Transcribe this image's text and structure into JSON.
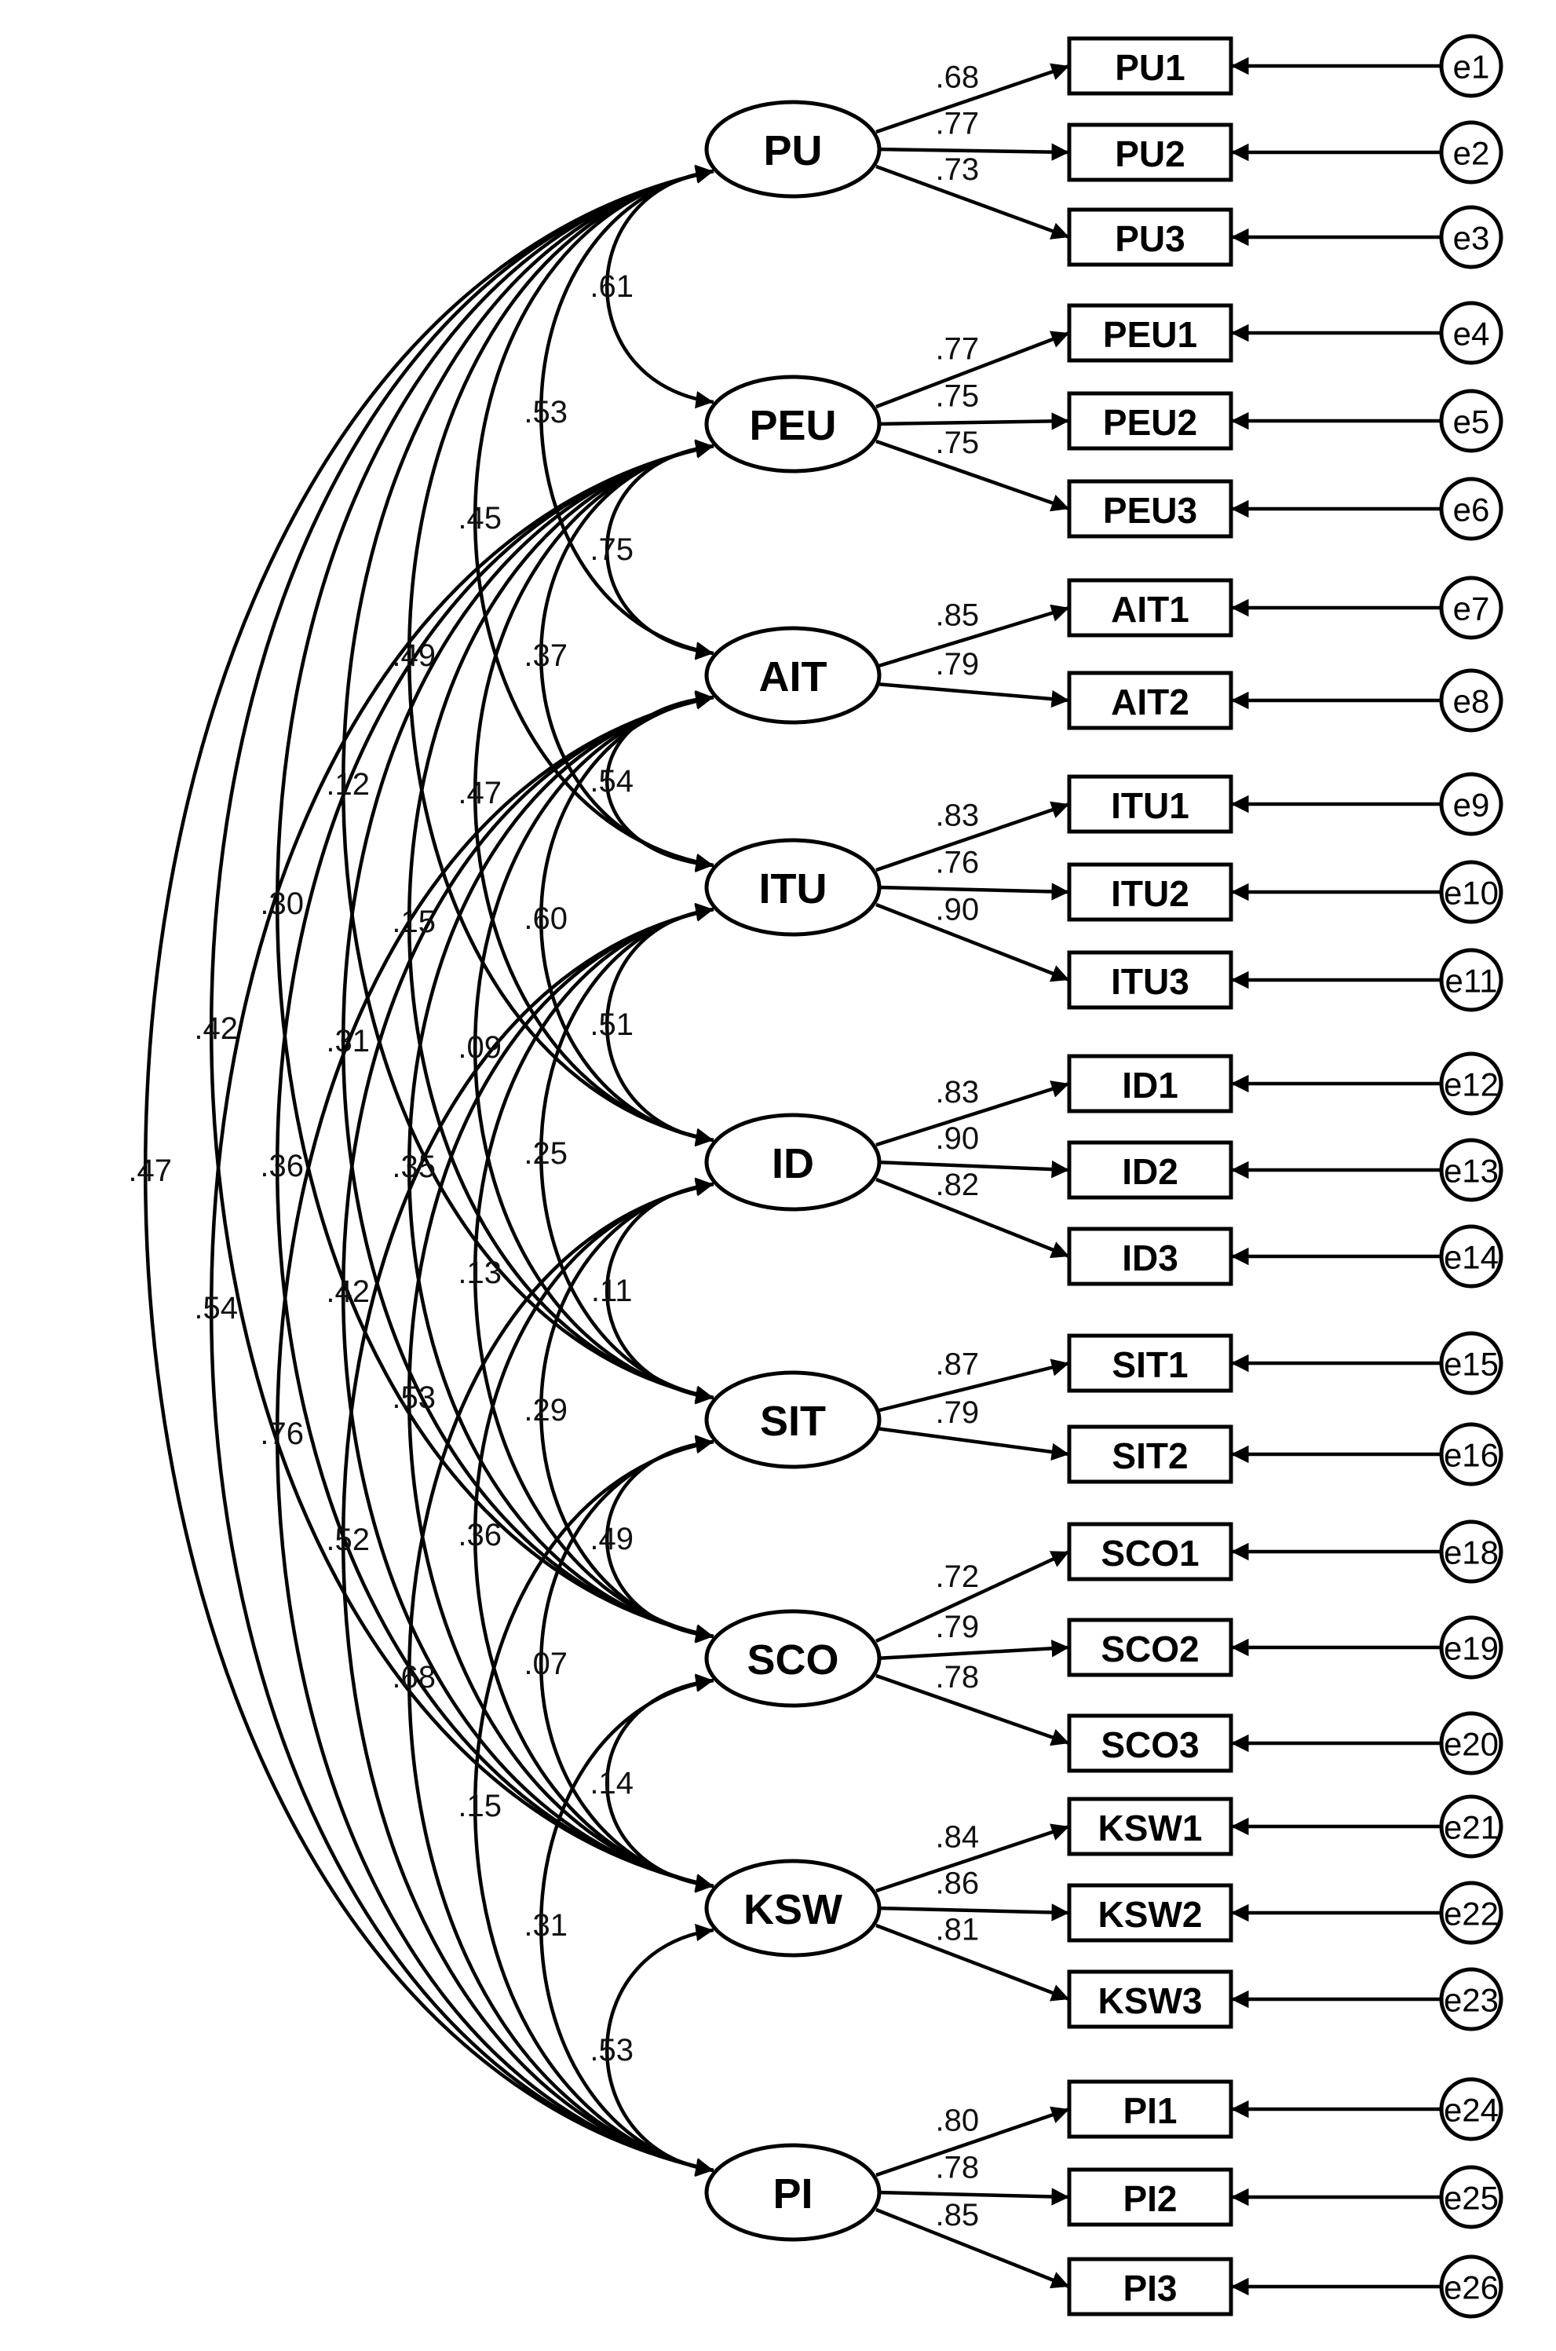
{
  "latents": [
    {
      "id": "PU",
      "label": "PU",
      "indicators": [
        "PU1",
        "PU2",
        "PU3"
      ],
      "errors": [
        "e1",
        "e2",
        "e3"
      ],
      "loadings": [
        ".68",
        ".77",
        ".73"
      ]
    },
    {
      "id": "PEU",
      "label": "PEU",
      "indicators": [
        "PEU1",
        "PEU2",
        "PEU3"
      ],
      "errors": [
        "e4",
        "e5",
        "e6"
      ],
      "loadings": [
        ".77",
        ".75",
        ".75"
      ]
    },
    {
      "id": "AIT",
      "label": "AIT",
      "indicators": [
        "AIT1",
        "AIT2"
      ],
      "errors": [
        "e7",
        "e8"
      ],
      "loadings": [
        ".85",
        ".79"
      ]
    },
    {
      "id": "ITU",
      "label": "ITU",
      "indicators": [
        "ITU1",
        "ITU2",
        "ITU3"
      ],
      "errors": [
        "e9",
        "e10",
        "e11"
      ],
      "loadings": [
        ".83",
        ".76",
        ".90"
      ]
    },
    {
      "id": "ID",
      "label": "ID",
      "indicators": [
        "ID1",
        "ID2",
        "ID3"
      ],
      "errors": [
        "e12",
        "e13",
        "e14"
      ],
      "loadings": [
        ".83",
        ".90",
        ".82"
      ]
    },
    {
      "id": "SIT",
      "label": "SIT",
      "indicators": [
        "SIT1",
        "SIT2"
      ],
      "errors": [
        "e15",
        "e16"
      ],
      "loadings": [
        ".87",
        ".79"
      ]
    },
    {
      "id": "SCO",
      "label": "SCO",
      "indicators": [
        "SCO1",
        "SCO2",
        "SCO3"
      ],
      "errors": [
        "e18",
        "e19",
        "e20"
      ],
      "loadings": [
        ".72",
        ".79",
        ".78"
      ]
    },
    {
      "id": "KSW",
      "label": "KSW",
      "indicators": [
        "KSW1",
        "KSW2",
        "KSW3"
      ],
      "errors": [
        "e21",
        "e22",
        "e23"
      ],
      "loadings": [
        ".84",
        ".86",
        ".81"
      ]
    },
    {
      "id": "PI",
      "label": "PI",
      "indicators": [
        "PI1",
        "PI2",
        "PI3"
      ],
      "errors": [
        "e24",
        "e25",
        "e26"
      ],
      "loadings": [
        ".80",
        ".78",
        ".85"
      ]
    }
  ],
  "covariances": [
    {
      "from": "PU",
      "to": "PEU",
      "label": ".61"
    },
    {
      "from": "PU",
      "to": "AIT",
      "label": ".53"
    },
    {
      "from": "PU",
      "to": "ITU",
      "label": ".45"
    },
    {
      "from": "PU",
      "to": "ID",
      "label": ".49"
    },
    {
      "from": "PU",
      "to": "SIT",
      "label": ".12"
    },
    {
      "from": "PU",
      "to": "SCO",
      "label": ".30"
    },
    {
      "from": "PU",
      "to": "KSW",
      "label": ".42"
    },
    {
      "from": "PU",
      "to": "PI",
      "label": ".47"
    },
    {
      "from": "PEU",
      "to": "AIT",
      "label": ".75"
    },
    {
      "from": "PEU",
      "to": "ITU",
      "label": ".37"
    },
    {
      "from": "PEU",
      "to": "ID",
      "label": ".47"
    },
    {
      "from": "PEU",
      "to": "SIT",
      "label": ".15"
    },
    {
      "from": "PEU",
      "to": "SCO",
      "label": ".31"
    },
    {
      "from": "PEU",
      "to": "KSW",
      "label": ".36"
    },
    {
      "from": "PEU",
      "to": "PI",
      "label": ".54"
    },
    {
      "from": "AIT",
      "to": "ITU",
      "label": ".54"
    },
    {
      "from": "AIT",
      "to": "ID",
      "label": ".60"
    },
    {
      "from": "AIT",
      "to": "SIT",
      "label": ".09"
    },
    {
      "from": "AIT",
      "to": "SCO",
      "label": ".35"
    },
    {
      "from": "AIT",
      "to": "KSW",
      "label": ".42"
    },
    {
      "from": "AIT",
      "to": "PI",
      "label": ".76"
    },
    {
      "from": "ITU",
      "to": "ID",
      "label": ".51"
    },
    {
      "from": "ITU",
      "to": "SIT",
      "label": ".25"
    },
    {
      "from": "ITU",
      "to": "SCO",
      "label": ".13"
    },
    {
      "from": "ITU",
      "to": "KSW",
      "label": ".53"
    },
    {
      "from": "ITU",
      "to": "PI",
      "label": ".52"
    },
    {
      "from": "ID",
      "to": "SIT",
      "label": ".11"
    },
    {
      "from": "ID",
      "to": "SCO",
      "label": ".29"
    },
    {
      "from": "ID",
      "to": "KSW",
      "label": ".36"
    },
    {
      "from": "ID",
      "to": "PI",
      "label": ".68"
    },
    {
      "from": "SIT",
      "to": "SCO",
      "label": ".49"
    },
    {
      "from": "SIT",
      "to": "KSW",
      "label": ".07"
    },
    {
      "from": "SIT",
      "to": "PI",
      "label": ".15"
    },
    {
      "from": "SCO",
      "to": "KSW",
      "label": ".14"
    },
    {
      "from": "SCO",
      "to": "PI",
      "label": ".31"
    },
    {
      "from": "KSW",
      "to": "PI",
      "label": ".53"
    }
  ]
}
